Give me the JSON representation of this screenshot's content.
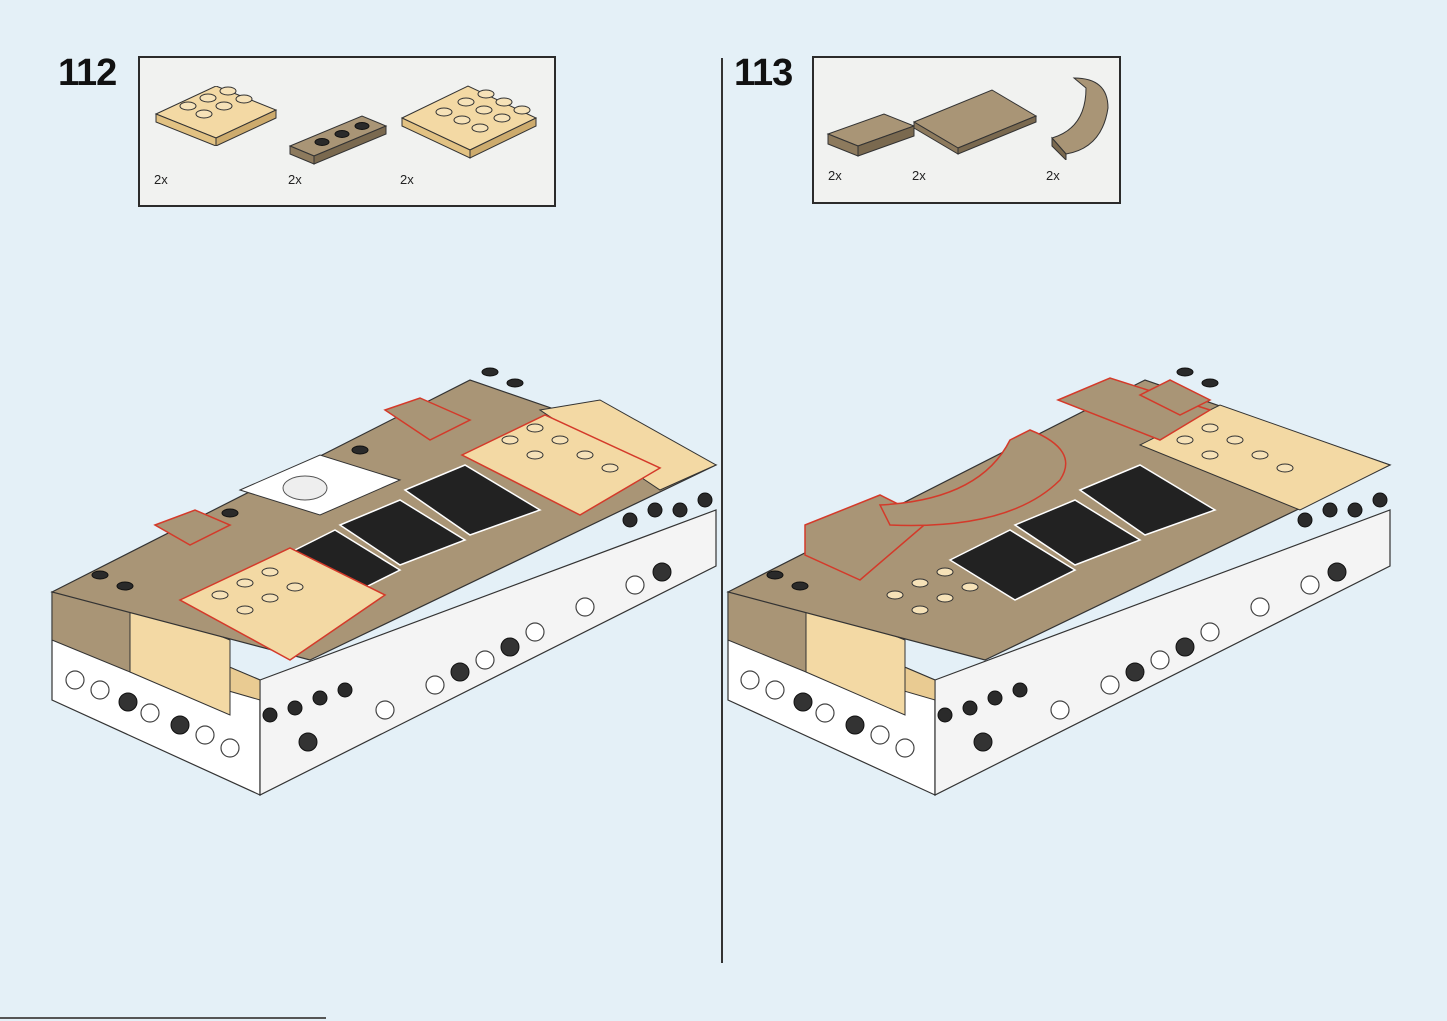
{
  "colors": {
    "background": "#e4f0f7",
    "tan": "#f3d9a4",
    "dark_tan": "#a99576",
    "white_brick": "#ffffff",
    "outline_red": "#d43a2a",
    "stud_black": "#2a2a2a"
  },
  "steps": [
    {
      "number": "112",
      "parts": [
        {
          "name": "tan-plate-2x3",
          "qty": "2x"
        },
        {
          "name": "dark-tan-plate-1x3",
          "qty": "2x"
        },
        {
          "name": "tan-plate-3x3",
          "qty": "2x"
        }
      ]
    },
    {
      "number": "113",
      "parts": [
        {
          "name": "dark-tan-tile-1x2",
          "qty": "2x"
        },
        {
          "name": "dark-tan-tile-2x3",
          "qty": "2x"
        },
        {
          "name": "dark-tan-curved-tile",
          "qty": "2x"
        }
      ]
    }
  ]
}
